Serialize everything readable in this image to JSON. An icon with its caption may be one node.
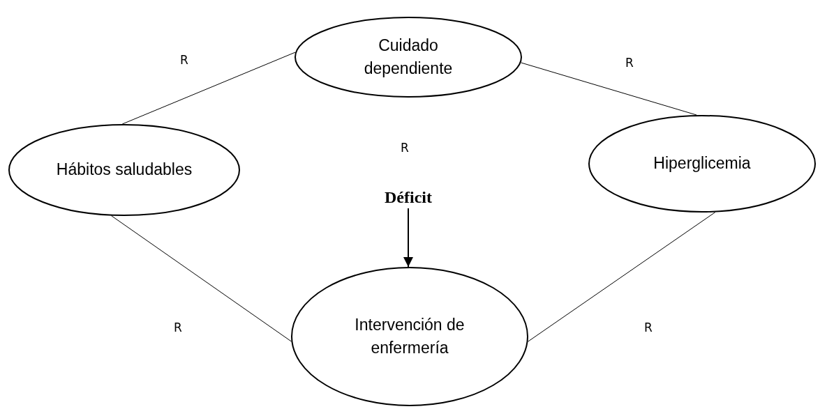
{
  "diagram": {
    "nodes": [
      {
        "text": [
          "Cuidado dependiente"
        ]
      },
      {
        "text": [
          "Hábitos saludables"
        ]
      },
      {
        "text": [
          "Hiperglicemia"
        ]
      },
      {
        "text": [
          "Intervención de enfermería"
        ]
      },
      {
        "text": [
          "Déficit"
        ]
      }
    ],
    "edges": [
      {
        "from": 1,
        "to": 0,
        "arrow": "none"
      },
      {
        "from": 0,
        "to": 2,
        "arrow": "none"
      },
      {
        "from": 1,
        "to": 3,
        "arrow": "none"
      },
      {
        "from": 2,
        "to": 3,
        "arrow": "none"
      },
      {
        "from": 4,
        "to": 3,
        "arrow": "to"
      }
    ],
    "labels": [
      "R",
      "R",
      "R",
      "R",
      "R"
    ]
  }
}
